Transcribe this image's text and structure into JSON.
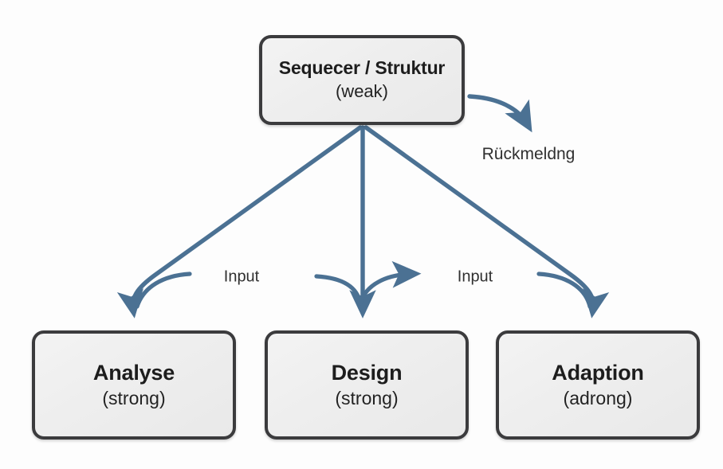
{
  "diagram": {
    "type": "flow-diagram",
    "background_color": "#fdfdfd",
    "node_fill_color": "#eeeeee",
    "node_border_color": "#3b3b3d",
    "arrow_color": "#4b7193",
    "text_color": "#1d1d1d",
    "root": {
      "id": "sequecer-struktur",
      "title": "Sequecer / Struktur",
      "subtitle": "(weak)"
    },
    "leaves": [
      {
        "id": "analyse",
        "title": "Analyse",
        "subtitle": "(strong)"
      },
      {
        "id": "design",
        "title": "Design",
        "subtitle": "(strong)"
      },
      {
        "id": "adaption",
        "title": "Adaption",
        "subtitle": "(adrong)"
      }
    ],
    "edge_labels": {
      "feedback": "Rückmeldng",
      "input_left": "Input",
      "input_right": "Input"
    },
    "arrows": [
      {
        "name": "root-to-analyse",
        "from": "sequecer-struktur",
        "to": "analyse",
        "style": "curved-arrow"
      },
      {
        "name": "root-to-design",
        "from": "sequecer-struktur",
        "to": "design",
        "style": "straight-arrow"
      },
      {
        "name": "root-to-adaption",
        "from": "sequecer-struktur",
        "to": "adaption",
        "style": "curved-arrow"
      },
      {
        "name": "root-feedback",
        "from": "sequecer-struktur",
        "to": "Rückmeldng",
        "style": "curved-arrow"
      },
      {
        "name": "input-left-hook",
        "from": "",
        "to": "analyse",
        "style": "short-curve"
      },
      {
        "name": "input-mid-hook",
        "from": "",
        "to": "right",
        "style": "short-curve"
      },
      {
        "name": "input-right-hook",
        "from": "",
        "to": "adaption",
        "style": "short-curve"
      }
    ]
  }
}
